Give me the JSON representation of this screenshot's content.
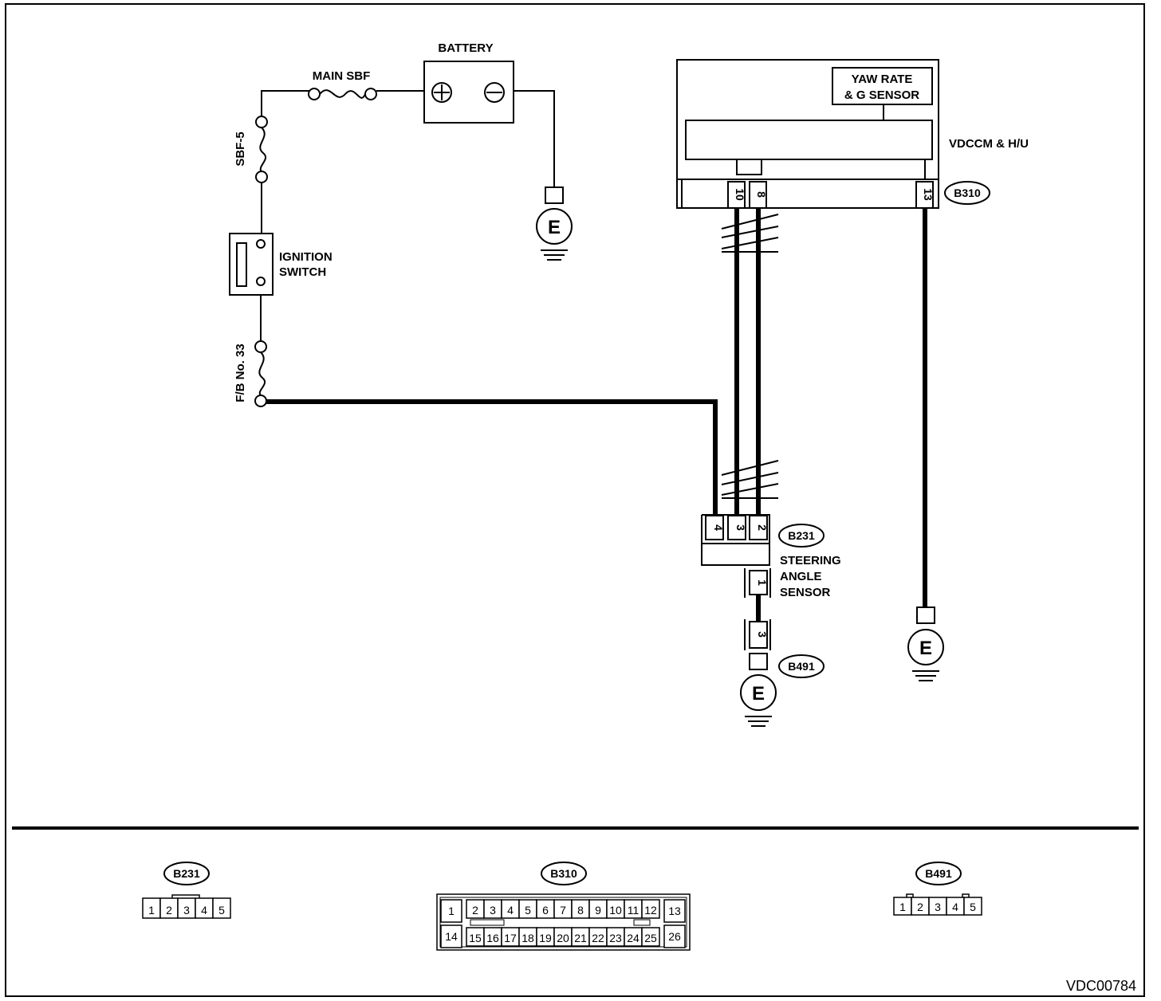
{
  "labels": {
    "battery": "BATTERY",
    "main_sbf": "MAIN SBF",
    "sbf5": "SBF-5",
    "ignition_line1": "IGNITION",
    "ignition_line2": "SWITCH",
    "fb33": "F/B No. 33",
    "yaw_line1": "YAW RATE",
    "yaw_line2": "& G SENSOR",
    "vdccm": "VDCCM & H/U",
    "steering_line1": "STEERING",
    "steering_line2": "ANGLE",
    "steering_line3": "SENSOR",
    "figure_id": "VDC00784",
    "plus": "+",
    "minus": "−"
  },
  "connectors": {
    "b310": "B310",
    "b231": "B231",
    "b491": "B491"
  },
  "ground_symbol": "E",
  "pins": {
    "b310_10": "10",
    "b310_8": "8",
    "b310_13": "13",
    "b231_4": "4",
    "b231_3": "3",
    "b231_2": "2",
    "b231_1": "1",
    "b491_3": "3"
  },
  "connector_faces": {
    "b231": [
      "1",
      "2",
      "3",
      "4",
      "5"
    ],
    "b310_top": [
      "2",
      "3",
      "4",
      "5",
      "6",
      "7",
      "8",
      "9",
      "10",
      "11",
      "12"
    ],
    "b310_bottom": [
      "15",
      "16",
      "17",
      "18",
      "19",
      "20",
      "21",
      "22",
      "23",
      "24",
      "25"
    ],
    "b310_left": [
      "1",
      "14"
    ],
    "b310_right": [
      "13",
      "26"
    ],
    "b491": [
      "1",
      "2",
      "3",
      "4",
      "5"
    ]
  }
}
